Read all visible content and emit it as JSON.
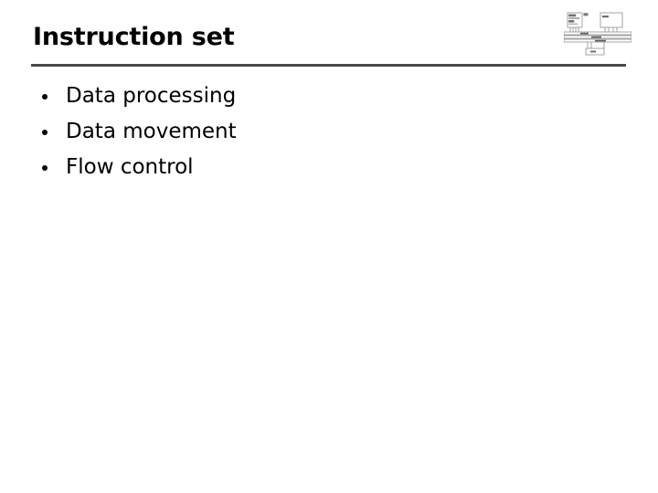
{
  "slide": {
    "title": "Instruction set",
    "bullets": [
      {
        "label": "Data processing"
      },
      {
        "label": "Data movement"
      },
      {
        "label": "Flow control"
      }
    ],
    "divider_color": "#4a4a4a",
    "background_color": "#ffffff",
    "text_color": "#000000"
  },
  "corner_diagram": {
    "name": "computer-architecture-diagram",
    "description": "CPU, memory and I/O blocks connected by address, data and control buses",
    "blocks": [
      {
        "name": "cpu-block"
      },
      {
        "name": "memory-block"
      },
      {
        "name": "io-block"
      }
    ],
    "buses": [
      {
        "name": "address-bus"
      },
      {
        "name": "data-bus"
      },
      {
        "name": "control-bus"
      }
    ],
    "stroke_color": "#8a8a8a",
    "fill_color": "#ffffff"
  }
}
